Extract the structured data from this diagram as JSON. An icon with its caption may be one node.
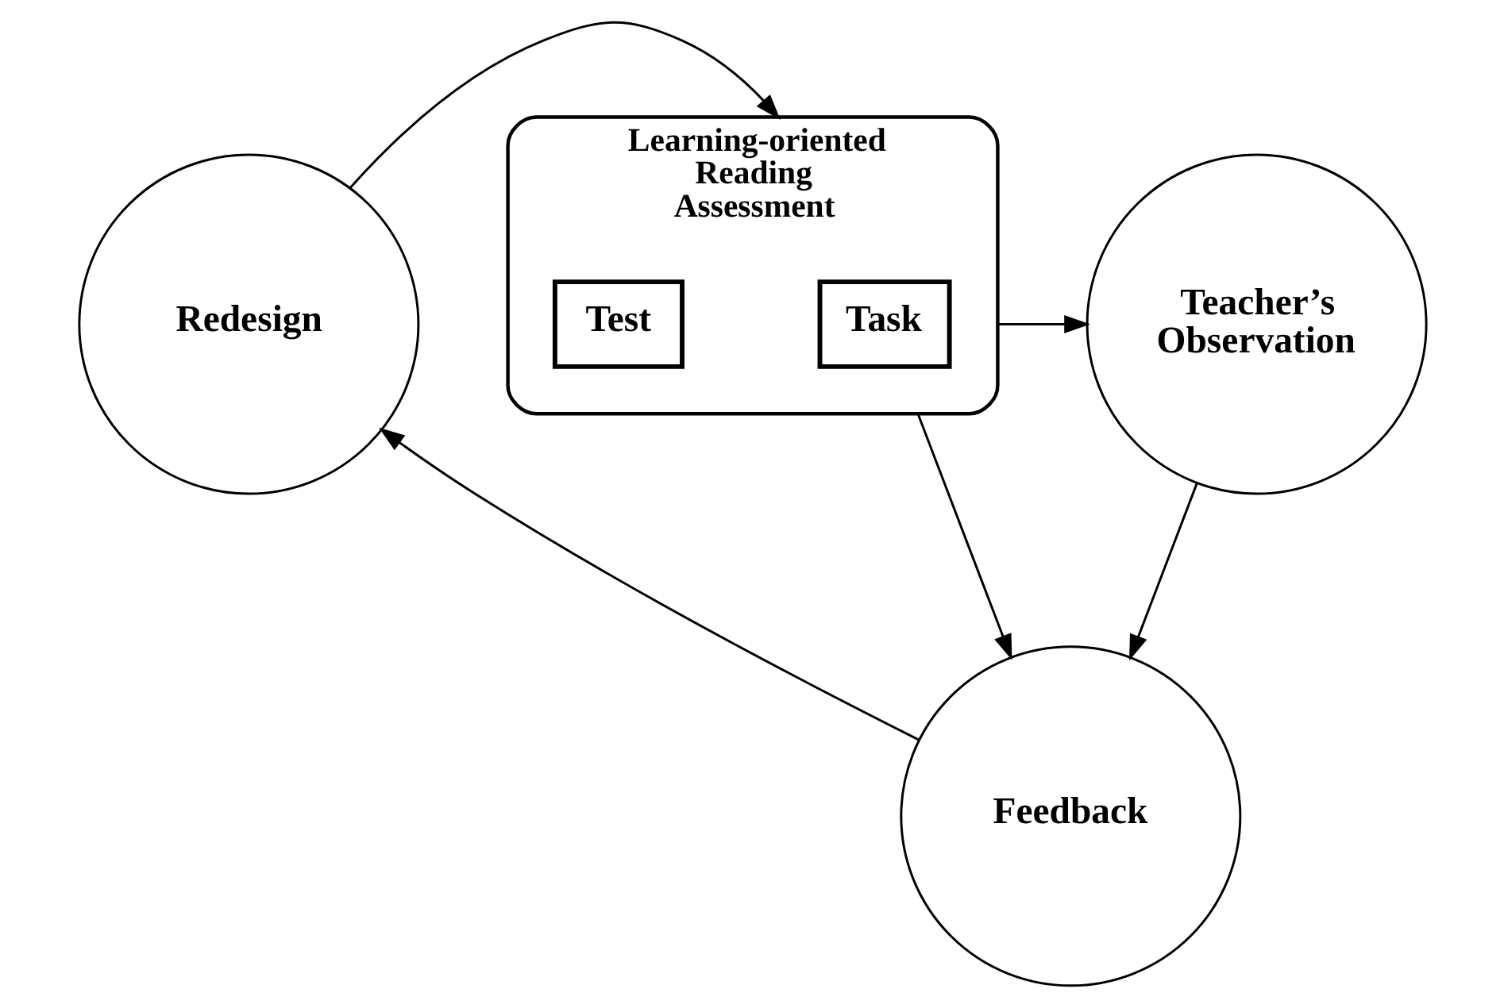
{
  "diagram": {
    "nodes": [
      {
        "text": [
          "Redesign"
        ]
      },
      {
        "text": [
          "Learning-oriented Reading Assessment"
        ]
      },
      {
        "text": [
          "Task"
        ],
        "in": 1
      },
      {
        "text": [
          "Test"
        ],
        "in": 1
      },
      {
        "text": [
          "Teacher’s Observation"
        ]
      },
      {
        "text": [
          "Feedback"
        ]
      }
    ],
    "edges": [
      {
        "from": 0,
        "to": 1,
        "arrow": "to"
      },
      {
        "from": 1,
        "to": 4,
        "arrow": "to"
      },
      {
        "from": 1,
        "to": 5,
        "arrow": "to"
      },
      {
        "from": 4,
        "to": 5,
        "arrow": "to"
      },
      {
        "from": 5,
        "to": 0,
        "arrow": "to"
      }
    ]
  }
}
